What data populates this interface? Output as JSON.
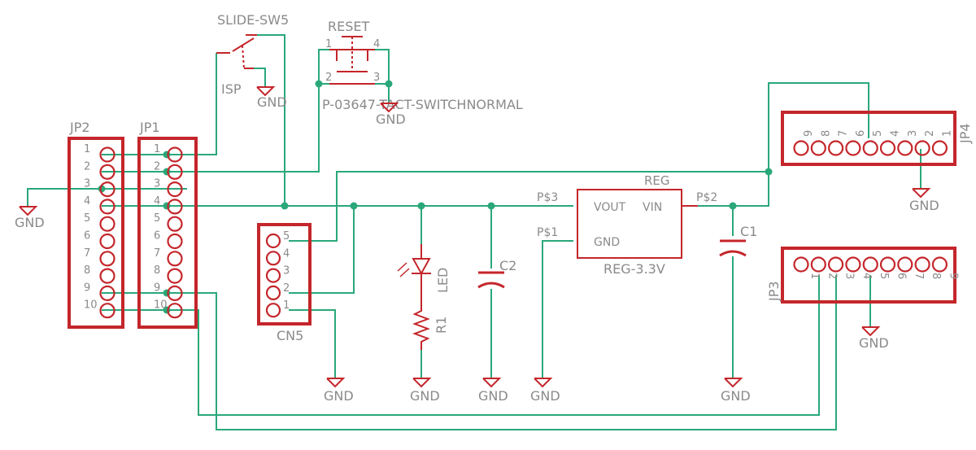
{
  "labels": {
    "slide_sw": "SLIDE-SW5",
    "isp": "ISP",
    "reset": "RESET",
    "tact": "P-03647-TACT-SWITCHNORMAL",
    "jp2": "JP2",
    "jp1": "JP1",
    "cn5": "CN5",
    "led": "LED",
    "r1": "R1",
    "c2": "C2",
    "c1": "C1",
    "reg": "REG",
    "reg_part": "REG-3.3V",
    "reg_vout": "VOUT",
    "reg_vin": "VIN",
    "reg_gnd": "GND",
    "net_p3": "P$3",
    "net_p1": "P$1",
    "net_p2": "P$2",
    "jp4": "JP4",
    "jp3": "JP3",
    "gnd": "GND",
    "sw_pin1": "1",
    "sw_pin2": "2",
    "sw_pin3": "3",
    "sw_pin4": "4"
  },
  "jp_pins": [
    "1",
    "2",
    "3",
    "4",
    "5",
    "6",
    "7",
    "8",
    "9",
    "10"
  ],
  "cn5_pins": [
    "5",
    "4",
    "3",
    "2",
    "1"
  ],
  "jp4_pins": [
    "9",
    "8",
    "7",
    "6",
    "5",
    "4",
    "3",
    "2",
    "1"
  ],
  "jp3_pins": [
    "1",
    "2",
    "3",
    "4",
    "5",
    "6",
    "7",
    "8",
    "9"
  ],
  "colors": {
    "symbol": "#c4262b",
    "wire": "#2aa87a",
    "text": "#8a8a8a"
  }
}
